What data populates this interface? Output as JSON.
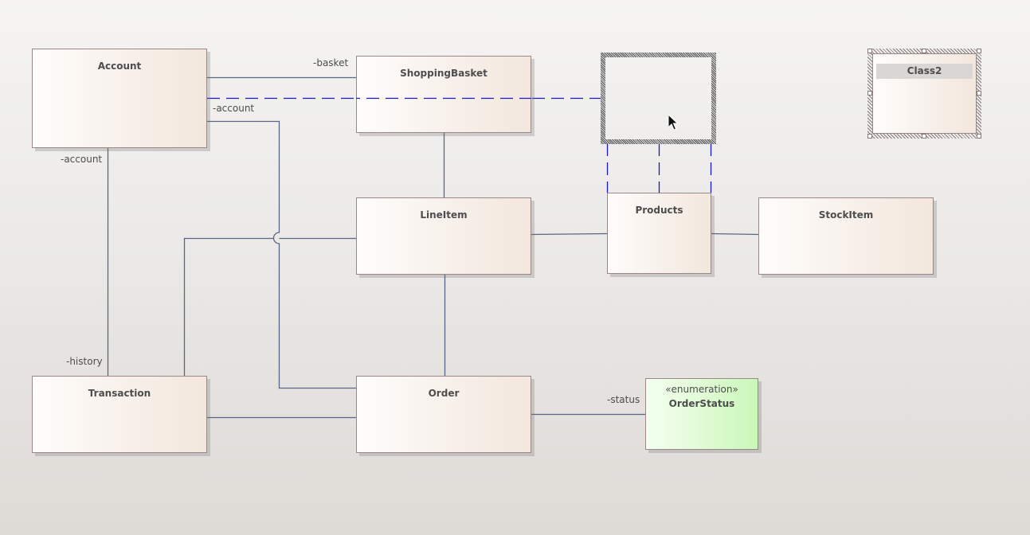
{
  "diagram": {
    "type": "UML class diagram",
    "colors": {
      "class_border": "#9a8787",
      "association_line": "#5a6685",
      "dependency_line": "#1a1acc",
      "enum_fill": "#d6f8c8"
    },
    "classes": [
      {
        "id": "account",
        "name": "Account"
      },
      {
        "id": "shoppingbasket",
        "name": "ShoppingBasket"
      },
      {
        "id": "lineitem",
        "name": "LineItem"
      },
      {
        "id": "products",
        "name": "Products"
      },
      {
        "id": "stockitem",
        "name": "StockItem"
      },
      {
        "id": "transaction",
        "name": "Transaction"
      },
      {
        "id": "order",
        "name": "Order"
      },
      {
        "id": "orderstatus",
        "name": "OrderStatus",
        "stereotype": "«enumeration»"
      },
      {
        "id": "class2",
        "name": "Class2",
        "selected": true
      }
    ],
    "role_labels": {
      "basket": "-basket",
      "account_top": "-account",
      "account_left": "-account",
      "history": "-history",
      "status": "-status"
    },
    "connectors": [
      {
        "from": "Account",
        "to": "ShoppingBasket",
        "kind": "association",
        "role": "-basket"
      },
      {
        "from": "Account",
        "to": "Order",
        "kind": "association",
        "role": "-account"
      },
      {
        "from": "Account",
        "to": "Transaction",
        "kind": "association",
        "roles": [
          "-account",
          "-history"
        ]
      },
      {
        "from": "Account",
        "to": "(selected element)",
        "kind": "dependency",
        "style": "dashed"
      },
      {
        "from": "ShoppingBasket",
        "to": "LineItem",
        "kind": "association"
      },
      {
        "from": "LineItem",
        "to": "Transaction",
        "kind": "association"
      },
      {
        "from": "LineItem",
        "to": "Products",
        "kind": "association"
      },
      {
        "from": "LineItem",
        "to": "Order",
        "kind": "association"
      },
      {
        "from": "Products",
        "to": "StockItem",
        "kind": "association"
      },
      {
        "from": "(selected element)",
        "to": "Products",
        "kind": "dependency",
        "style": "dashed",
        "count": 3
      },
      {
        "from": "Transaction",
        "to": "Order",
        "kind": "association"
      },
      {
        "from": "Order",
        "to": "OrderStatus",
        "kind": "association",
        "role": "-status"
      }
    ],
    "selection": {
      "drag_placeholder": "empty selected element (being dragged)",
      "selected_class": "Class2"
    }
  }
}
